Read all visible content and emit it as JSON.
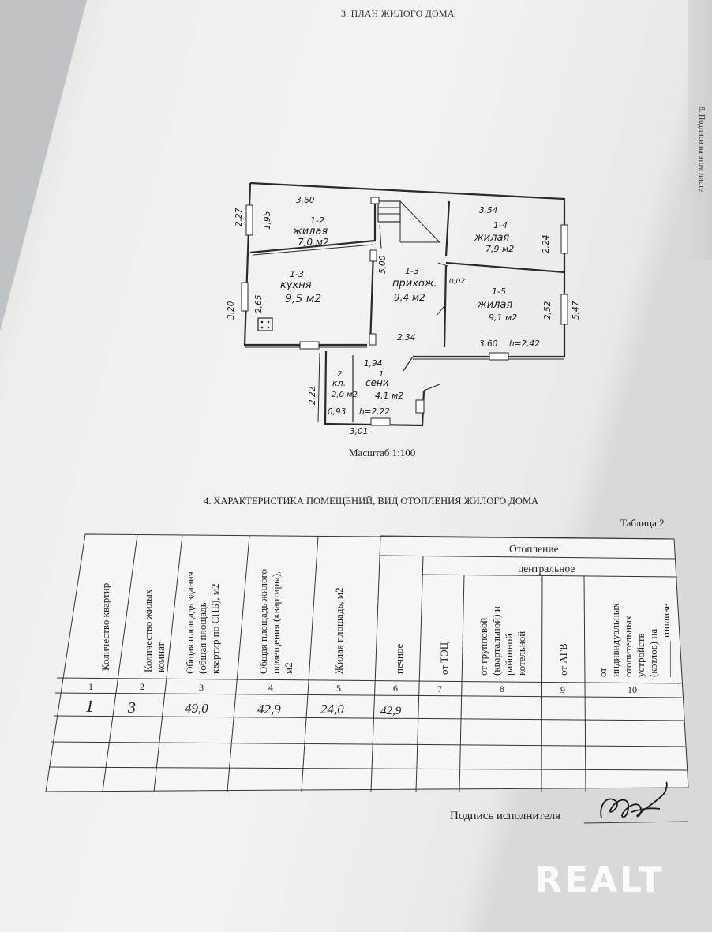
{
  "header": {
    "section3_title": "3. ПЛАН ЖИЛОГО ДОМА",
    "side_text": "8. Подписи на этом листе"
  },
  "plan": {
    "scale": "Масштаб 1:100",
    "rooms": {
      "r12": {
        "id": "1-2",
        "name": "жилая",
        "area": "7,0 м2"
      },
      "r14": {
        "id": "1-4",
        "name": "жилая",
        "area": "7,9 м2"
      },
      "r13k": {
        "id": "1-3",
        "name": "кухня",
        "area": "9,5 м2"
      },
      "r13h": {
        "id": "1-3",
        "name": "прихож.",
        "area": "9,4 м2"
      },
      "r15": {
        "id": "1-5",
        "name": "жилая",
        "area": "9,1 м2"
      },
      "rkl": {
        "id": "2",
        "name": "кл.",
        "area": "2,0 м2"
      },
      "rsen": {
        "id": "1",
        "name": "сени",
        "area": "4,1 м2"
      }
    },
    "dims": {
      "d360a": "3,60",
      "d354": "3,54",
      "d227": "2,27",
      "d195": "1,95",
      "d224": "2,24",
      "d500": "5,00",
      "d002": "0,02",
      "d320": "3,20",
      "d265": "2,65",
      "d252": "2,52",
      "d547": "5,47",
      "d234": "2,34",
      "d360b": "3,60",
      "h242": "h=2,42",
      "d194": "1,94",
      "d222": "2,22",
      "d093": "0,93",
      "h222": "h=2,22",
      "d301": "3,01"
    }
  },
  "table": {
    "section4_title": "4. ХАРАКТЕРИСТИКА ПОМЕЩЕНИЙ, ВИД ОТОПЛЕНИЯ ЖИЛОГО ДОМА",
    "table_label": "Таблица 2",
    "header": {
      "otoplenie": "Отопление",
      "centralnoe": "центральное",
      "c1": "Количество квартир",
      "c2a": "Количество жилых",
      "c2b": "комнат",
      "c3a": "Общая площадь здания",
      "c3b": "(общая площадь",
      "c3c": "квартир по СНБ), м2",
      "c4a": "Общая площадь жилого",
      "c4b": "помещения (квартиры),",
      "c4c": "м2",
      "c5": "Жилая площадь, м2",
      "c6": "печное",
      "c7": "от ТЭЦ",
      "c8a": "от групповой",
      "c8b": "(квартальной) и",
      "c8c": "районной",
      "c8d": "котельной",
      "c9": "от АГВ",
      "c10a": "от",
      "c10b": "индивидуальных",
      "c10c": "отопительных",
      "c10d": "устройств",
      "c10e": "(котлов) на",
      "c10f": "_______ топливе"
    },
    "col_numbers": [
      "1",
      "2",
      "3",
      "4",
      "5",
      "6",
      "7",
      "8",
      "9",
      "10"
    ],
    "row1": {
      "kvartir": "1",
      "komnat": "3",
      "obshchaya_zdaniya": "49,0",
      "obshchaya_pomeshcheniya": "42,9",
      "zhilaya": "24,0",
      "pechnoe": "42,9"
    }
  },
  "signature": {
    "label": "Подпись исполнителя"
  },
  "watermark": "REALT"
}
